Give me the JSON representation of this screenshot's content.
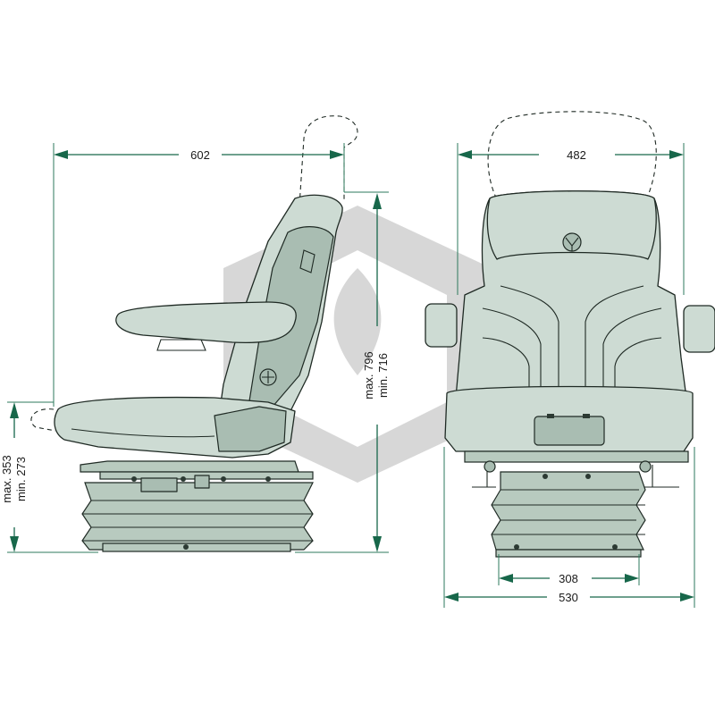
{
  "dimensions": {
    "side_width": "602",
    "side_height_max": "max. 796",
    "side_height_min": "min. 716",
    "base_height_max": "max. 353",
    "base_height_min": "min. 273",
    "front_headrest_width": "482",
    "front_base_inner_width": "308",
    "front_overall_width": "530"
  },
  "colors": {
    "dimension_line": "#17674a",
    "seat_fill": "#cddbd3",
    "seat_shadow": "#a9bdb2",
    "outline": "#1f2a24",
    "watermark": "#8c8c8c"
  }
}
